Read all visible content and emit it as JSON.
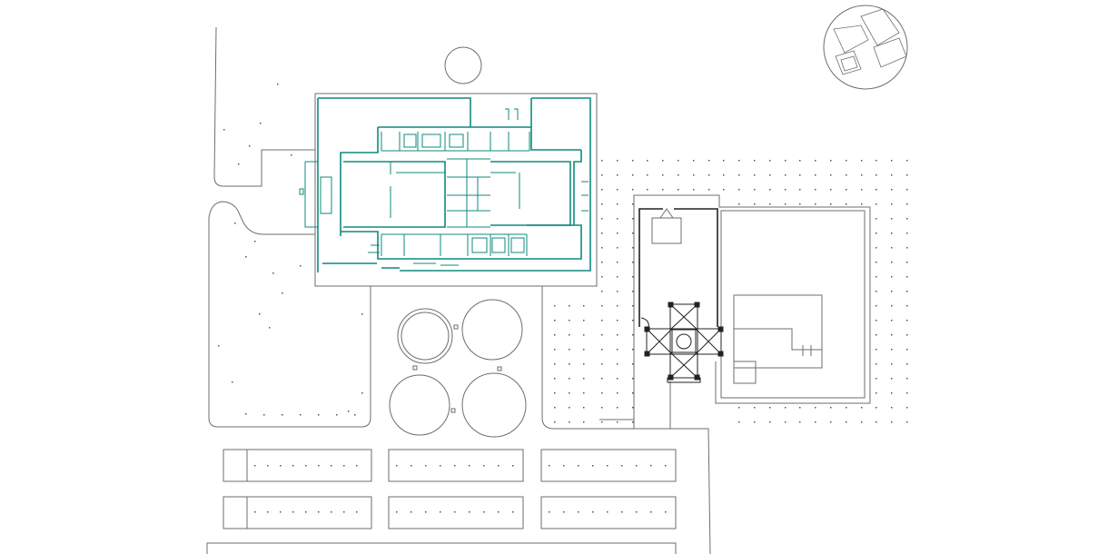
{
  "colors": {
    "background": "#ffffff",
    "linework": "#6e6e6e",
    "main_building": "#0f8a7e",
    "dark_building": "#222222",
    "dots": "#555555"
  },
  "elements": {
    "main_building": "floor-plan",
    "pavilion": "pavilion-plan",
    "north_arrow": "compass-inset"
  }
}
